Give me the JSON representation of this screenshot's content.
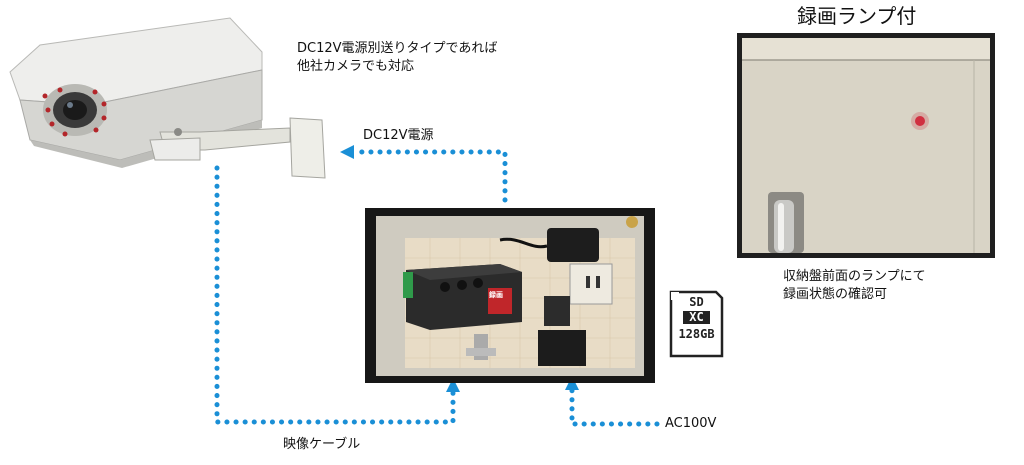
{
  "camera_note": {
    "line1": "DC12V電源別送りタイプであれば",
    "line2": "他社カメラでも対応"
  },
  "labels": {
    "dc_power": "DC12V電源",
    "video_cable": "映像ケーブル",
    "ac_power": "AC100V"
  },
  "lamp_panel": {
    "title": "録画ランプ付",
    "caption_line1": "収納盤前面のランプにて",
    "caption_line2": "録画状態の確認可"
  },
  "sd_card": {
    "top": "SD",
    "type": "XC",
    "capacity": "128GB"
  },
  "device": {
    "badge": "録画"
  },
  "colors": {
    "dotted_line": "#1a8fd6",
    "panel_bg": "#d9d4c6",
    "frame": "#1f1f1f"
  }
}
